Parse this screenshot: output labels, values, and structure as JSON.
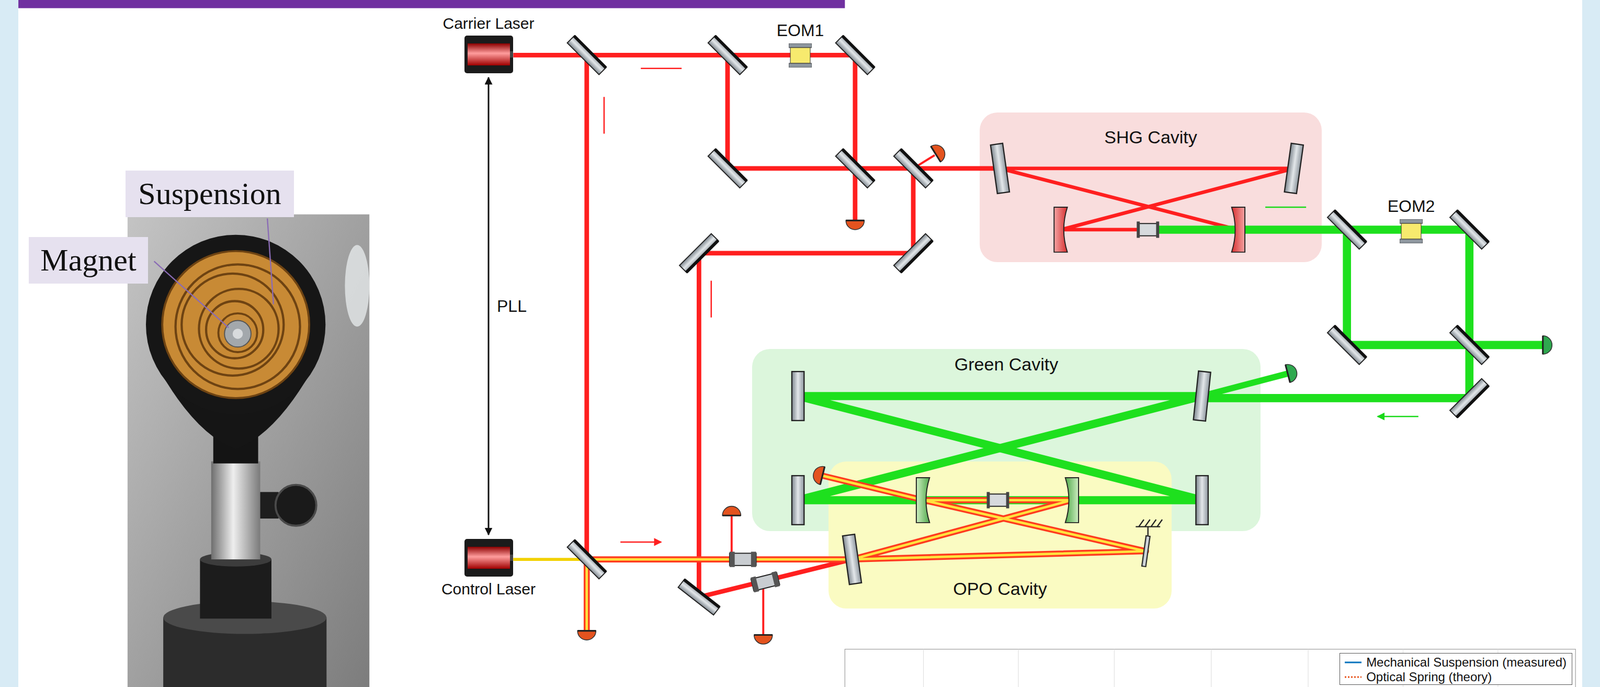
{
  "diagram": {
    "nodes": [
      {
        "text": [
          "Suspension"
        ]
      },
      {
        "text": [
          "Magnet"
        ]
      },
      {
        "text": [
          "Carrier Laser"
        ]
      },
      {
        "text": [
          "Control Laser"
        ]
      },
      {
        "text": [
          "EOM1"
        ]
      },
      {
        "text": [
          "SHG Cavity"
        ]
      },
      {
        "text": [
          "EOM2"
        ]
      },
      {
        "text": [
          "Green Cavity"
        ]
      },
      {
        "text": [
          "OPO Cavity"
        ]
      }
    ],
    "edges": [
      {
        "from": 2,
        "to": 3,
        "label": "PLL",
        "arrow": "both"
      }
    ],
    "legend": [
      {
        "text": "Mechanical Suspension (measured)"
      },
      {
        "text": "Optical Spring (theory)"
      }
    ]
  }
}
